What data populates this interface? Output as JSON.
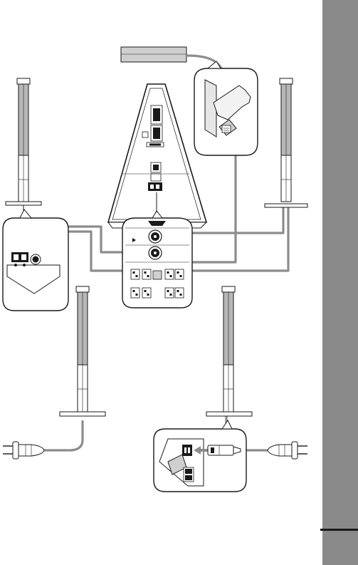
{
  "colors": {
    "cable": "#8c8c8c",
    "outline": "#1a1a1a",
    "speaker_band": "#b7b7b7",
    "side_tab": "#8a8a8a",
    "paper": "#ffffff"
  },
  "components": [
    "front-speaker-left",
    "front-speaker-right",
    "surround-speaker-left",
    "surround-speaker-right",
    "subwoofer-center-unit",
    "terminal-panel-callout",
    "speaker-terminal-callout",
    "antenna-connector-callout",
    "ac-power-inlet-callout",
    "ac-power-plug-left",
    "ac-power-plug-right"
  ]
}
